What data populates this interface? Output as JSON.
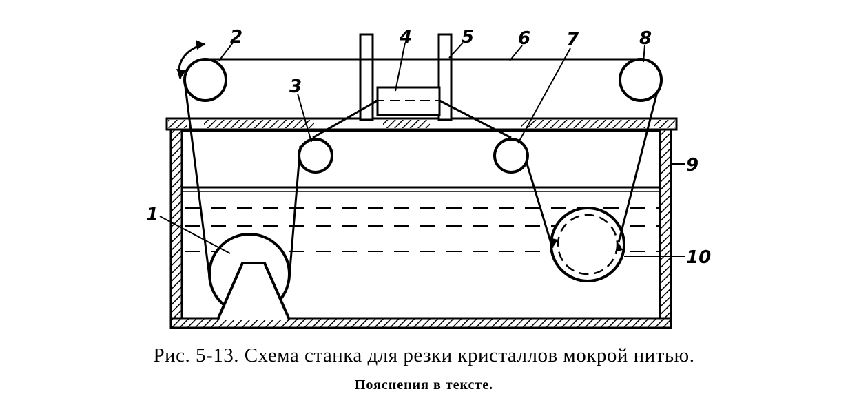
{
  "labels": {
    "l1": "1",
    "l2": "2",
    "l3": "3",
    "l4": "4",
    "l5": "5",
    "l6": "6",
    "l7": "7",
    "l8": "8",
    "l9": "9",
    "l10": "10"
  },
  "caption": {
    "main": "Рис. 5-13. Схема станка для резки кристаллов мокрой нитью.",
    "sub": "Пояснения в тексте."
  }
}
